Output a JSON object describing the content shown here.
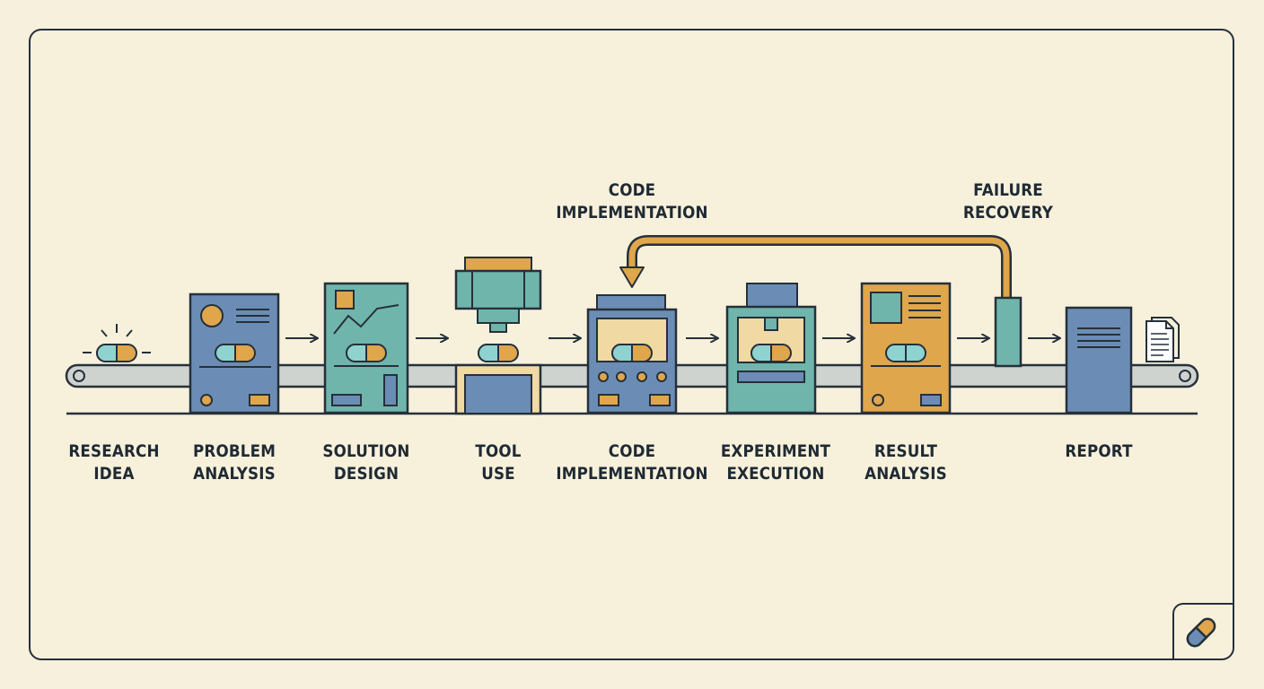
{
  "stages": [
    {
      "id": "research-idea",
      "label": "RESEARCH\nIDEA"
    },
    {
      "id": "problem-analysis",
      "label": "PROBLEM\nANALYSIS"
    },
    {
      "id": "solution-design",
      "label": "SOLUTION\nDESIGN"
    },
    {
      "id": "tool-use",
      "label": "TOOL\nUSE"
    },
    {
      "id": "code-implementation",
      "label": "CODE\nIMPLEMENTATION"
    },
    {
      "id": "experiment-execution",
      "label": "EXPERIMENT\nEXECUTION"
    },
    {
      "id": "result-analysis",
      "label": "RESULT\nANALYSIS"
    },
    {
      "id": "report",
      "label": "REPORT"
    }
  ],
  "loop": {
    "from_label": "FAILURE\nRECOVERY",
    "to_label": "CODE\nIMPLEMENTATION"
  },
  "colors": {
    "background": "#f7f1dc",
    "outline": "#26303a",
    "blue": "#6b8db5",
    "teal": "#6fb5ab",
    "orange": "#e0a64c",
    "cream": "#f0d9a3",
    "belt": "#cfd3d0"
  },
  "icons": [
    "lightbulb-capsule-icon",
    "document-icon",
    "capsule-icon"
  ]
}
